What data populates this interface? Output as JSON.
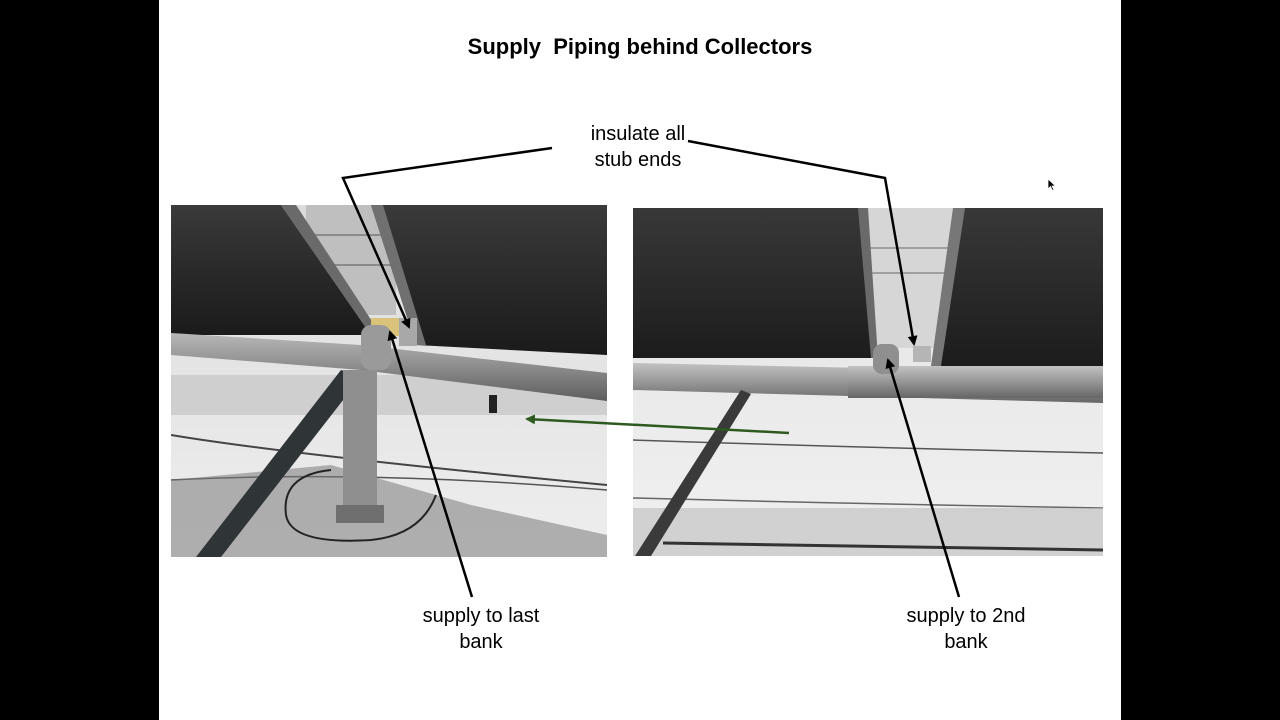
{
  "slide": {
    "title": "Supply  Piping behind Collectors"
  },
  "callouts": {
    "top": {
      "line1": "insulate all",
      "line2": "stub ends"
    },
    "bottom_left": {
      "line1": "supply to last",
      "line2": "bank"
    },
    "bottom_right": {
      "line1": "supply to 2nd",
      "line2": "bank"
    }
  },
  "colors": {
    "background": "#000000",
    "slide": "#ffffff",
    "text": "#000000",
    "arrow_connector": "#2e5a1f"
  },
  "icons": {
    "cursor": "mouse-pointer-icon"
  }
}
